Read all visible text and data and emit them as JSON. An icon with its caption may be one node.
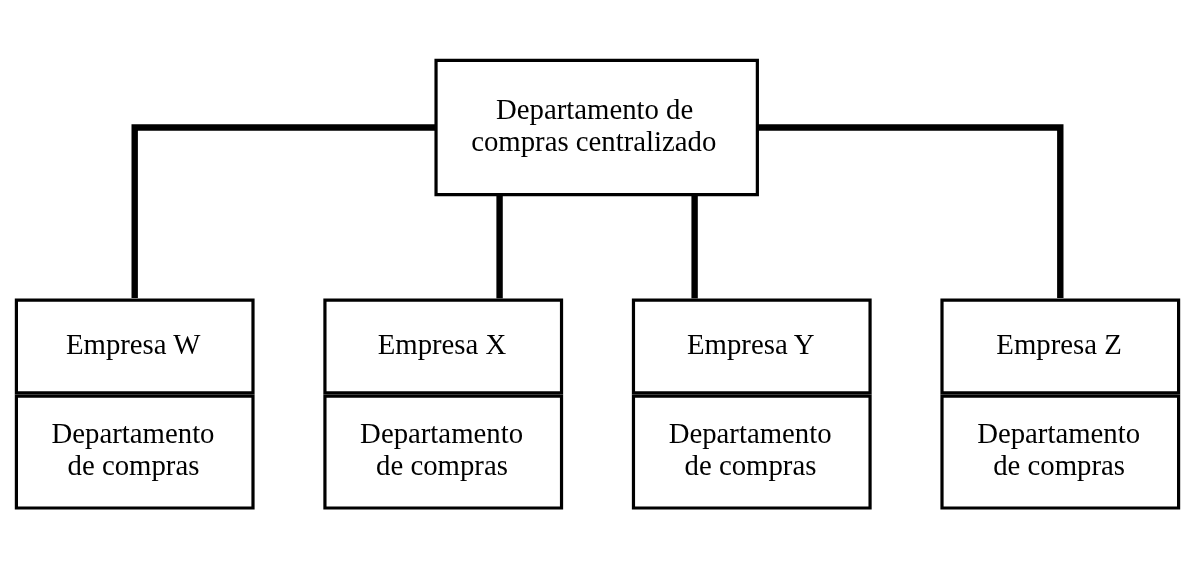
{
  "diagram": {
    "nodes": [
      {
        "text": [
          "Departamento de compras centralizado"
        ]
      },
      {
        "text": [
          "Empresa W",
          "Departamento de compras"
        ]
      },
      {
        "text": [
          "Empresa X",
          "Departamento de compras"
        ]
      },
      {
        "text": [
          "Empresa Y",
          "Departamento de compras"
        ]
      },
      {
        "text": [
          "Empresa Z",
          "Departamento de compras"
        ]
      }
    ],
    "edges": [
      {
        "from": 0,
        "to": 1,
        "arrow": "none"
      },
      {
        "from": 0,
        "to": 2,
        "arrow": "none"
      },
      {
        "from": 0,
        "to": 3,
        "arrow": "none"
      },
      {
        "from": 0,
        "to": 4,
        "arrow": "none"
      }
    ]
  }
}
